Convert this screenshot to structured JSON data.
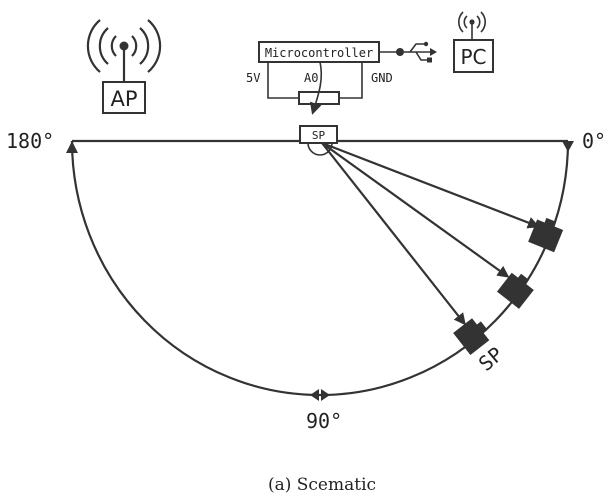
{
  "access_point": {
    "label": "AP",
    "icon": "wifi-antenna-icon"
  },
  "pc": {
    "label": "PC",
    "icon": "wifi-antenna-icon"
  },
  "microcontroller": {
    "label": "Microcontroller",
    "pin_5v": "5V",
    "pin_a0": "A0",
    "pin_gnd": "GND"
  },
  "usb": {
    "icon": "usb-icon"
  },
  "sp_box": {
    "label": "SP"
  },
  "sp_marker": {
    "label": "SP"
  },
  "angles": {
    "left": "180°",
    "right": "0°",
    "bottom": "90°"
  },
  "caption": "(a) Scematic",
  "colors": {
    "stroke": "#333333",
    "background": "#ffffff"
  }
}
